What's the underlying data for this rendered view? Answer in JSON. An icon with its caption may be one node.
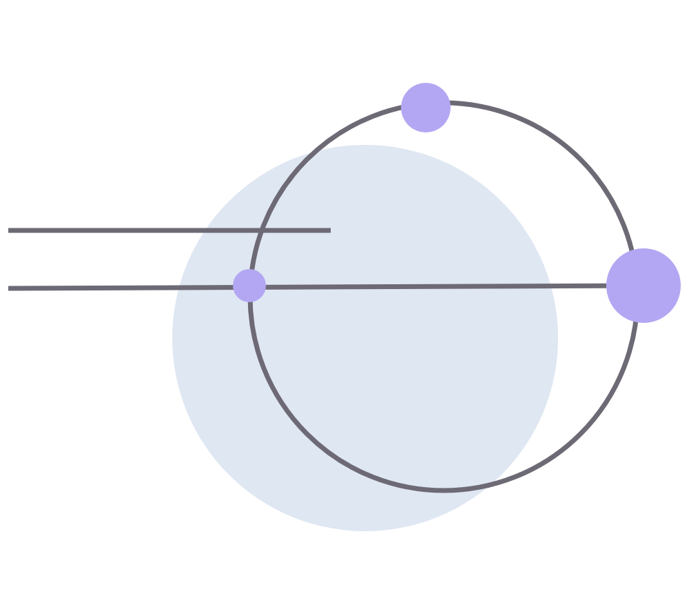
{
  "diagram": {
    "nodes": [
      {
        "text": [],
        "shape": "circle"
      },
      {
        "text": [],
        "shape": "circle"
      },
      {
        "text": [],
        "shape": "circle"
      }
    ],
    "edges": [
      {
        "from": null,
        "to": 2,
        "arrow": "none"
      }
    ]
  }
}
